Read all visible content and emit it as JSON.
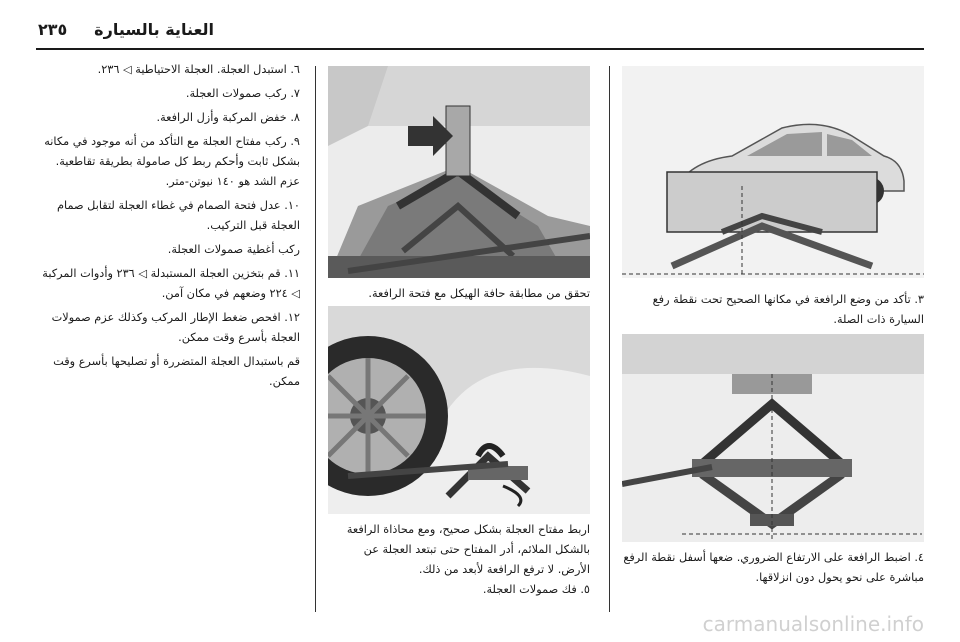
{
  "header": {
    "page_number": "٢٣٥",
    "title": "العناية بالسيارة"
  },
  "text_column": {
    "items": [
      "٦. استبدل العجلة. العجلة الاحتياطية ◁ ٢٣٦.",
      "٧. ركب صمولات العجلة.",
      "٨. خفض المركبة وأزل الرافعة.",
      "٩. ركب مفتاح العجلة مع التأكد من أنه موجود في مكانه بشكل ثابت وأحكم ربط كل صامولة بطريقة تقاطعية. عزم الشد هو ١٤٠ نيوتن-متر.",
      "١٠. عدل فتحة الصمام في غطاء العجلة لتقابل صمام العجلة قبل التركيب.",
      "ركب أغطية صمولات العجلة.",
      "١١. قم بتخزين العجلة المستبدلة ◁ ٢٣٦ وأدوات المركبة ◁ ٢٢٤ وضعهم في مكان آمن.",
      "١٢. افحص ضغط الإطار المركب وكذلك عزم صمولات العجلة بأسرع وقت ممكن.",
      "قم باستبدال العجلة المتضررة أو تصليحها بأسرع وقت ممكن."
    ]
  },
  "captions": {
    "fig_mid_top": "تحقق من مطابقة حافة الهيكل مع فتحة الرافعة.",
    "fig_mid_bottom": "اربط مفتاح العجلة بشكل صحيح، ومع محاذاة الرافعة بالشكل الملائم، أدر المفتاح حتى تبتعد العجلة عن الأرض. لا ترفع الرافعة لأبعد من ذلك.",
    "step5": "٥. فك صمولات العجلة.",
    "fig_right_top": "٣. تأكد من وضع الرافعة في مكانها الصحيح تحت نقطة رفع السيارة ذات الصلة.",
    "fig_right_bottom": "٤. اضبط الرافعة على الارتفاع الضروري. ضعها أسفل نقطة الرفع مباشرة على نحو يحول دون انزلاقها."
  },
  "watermark": "carmanualsonline.info"
}
